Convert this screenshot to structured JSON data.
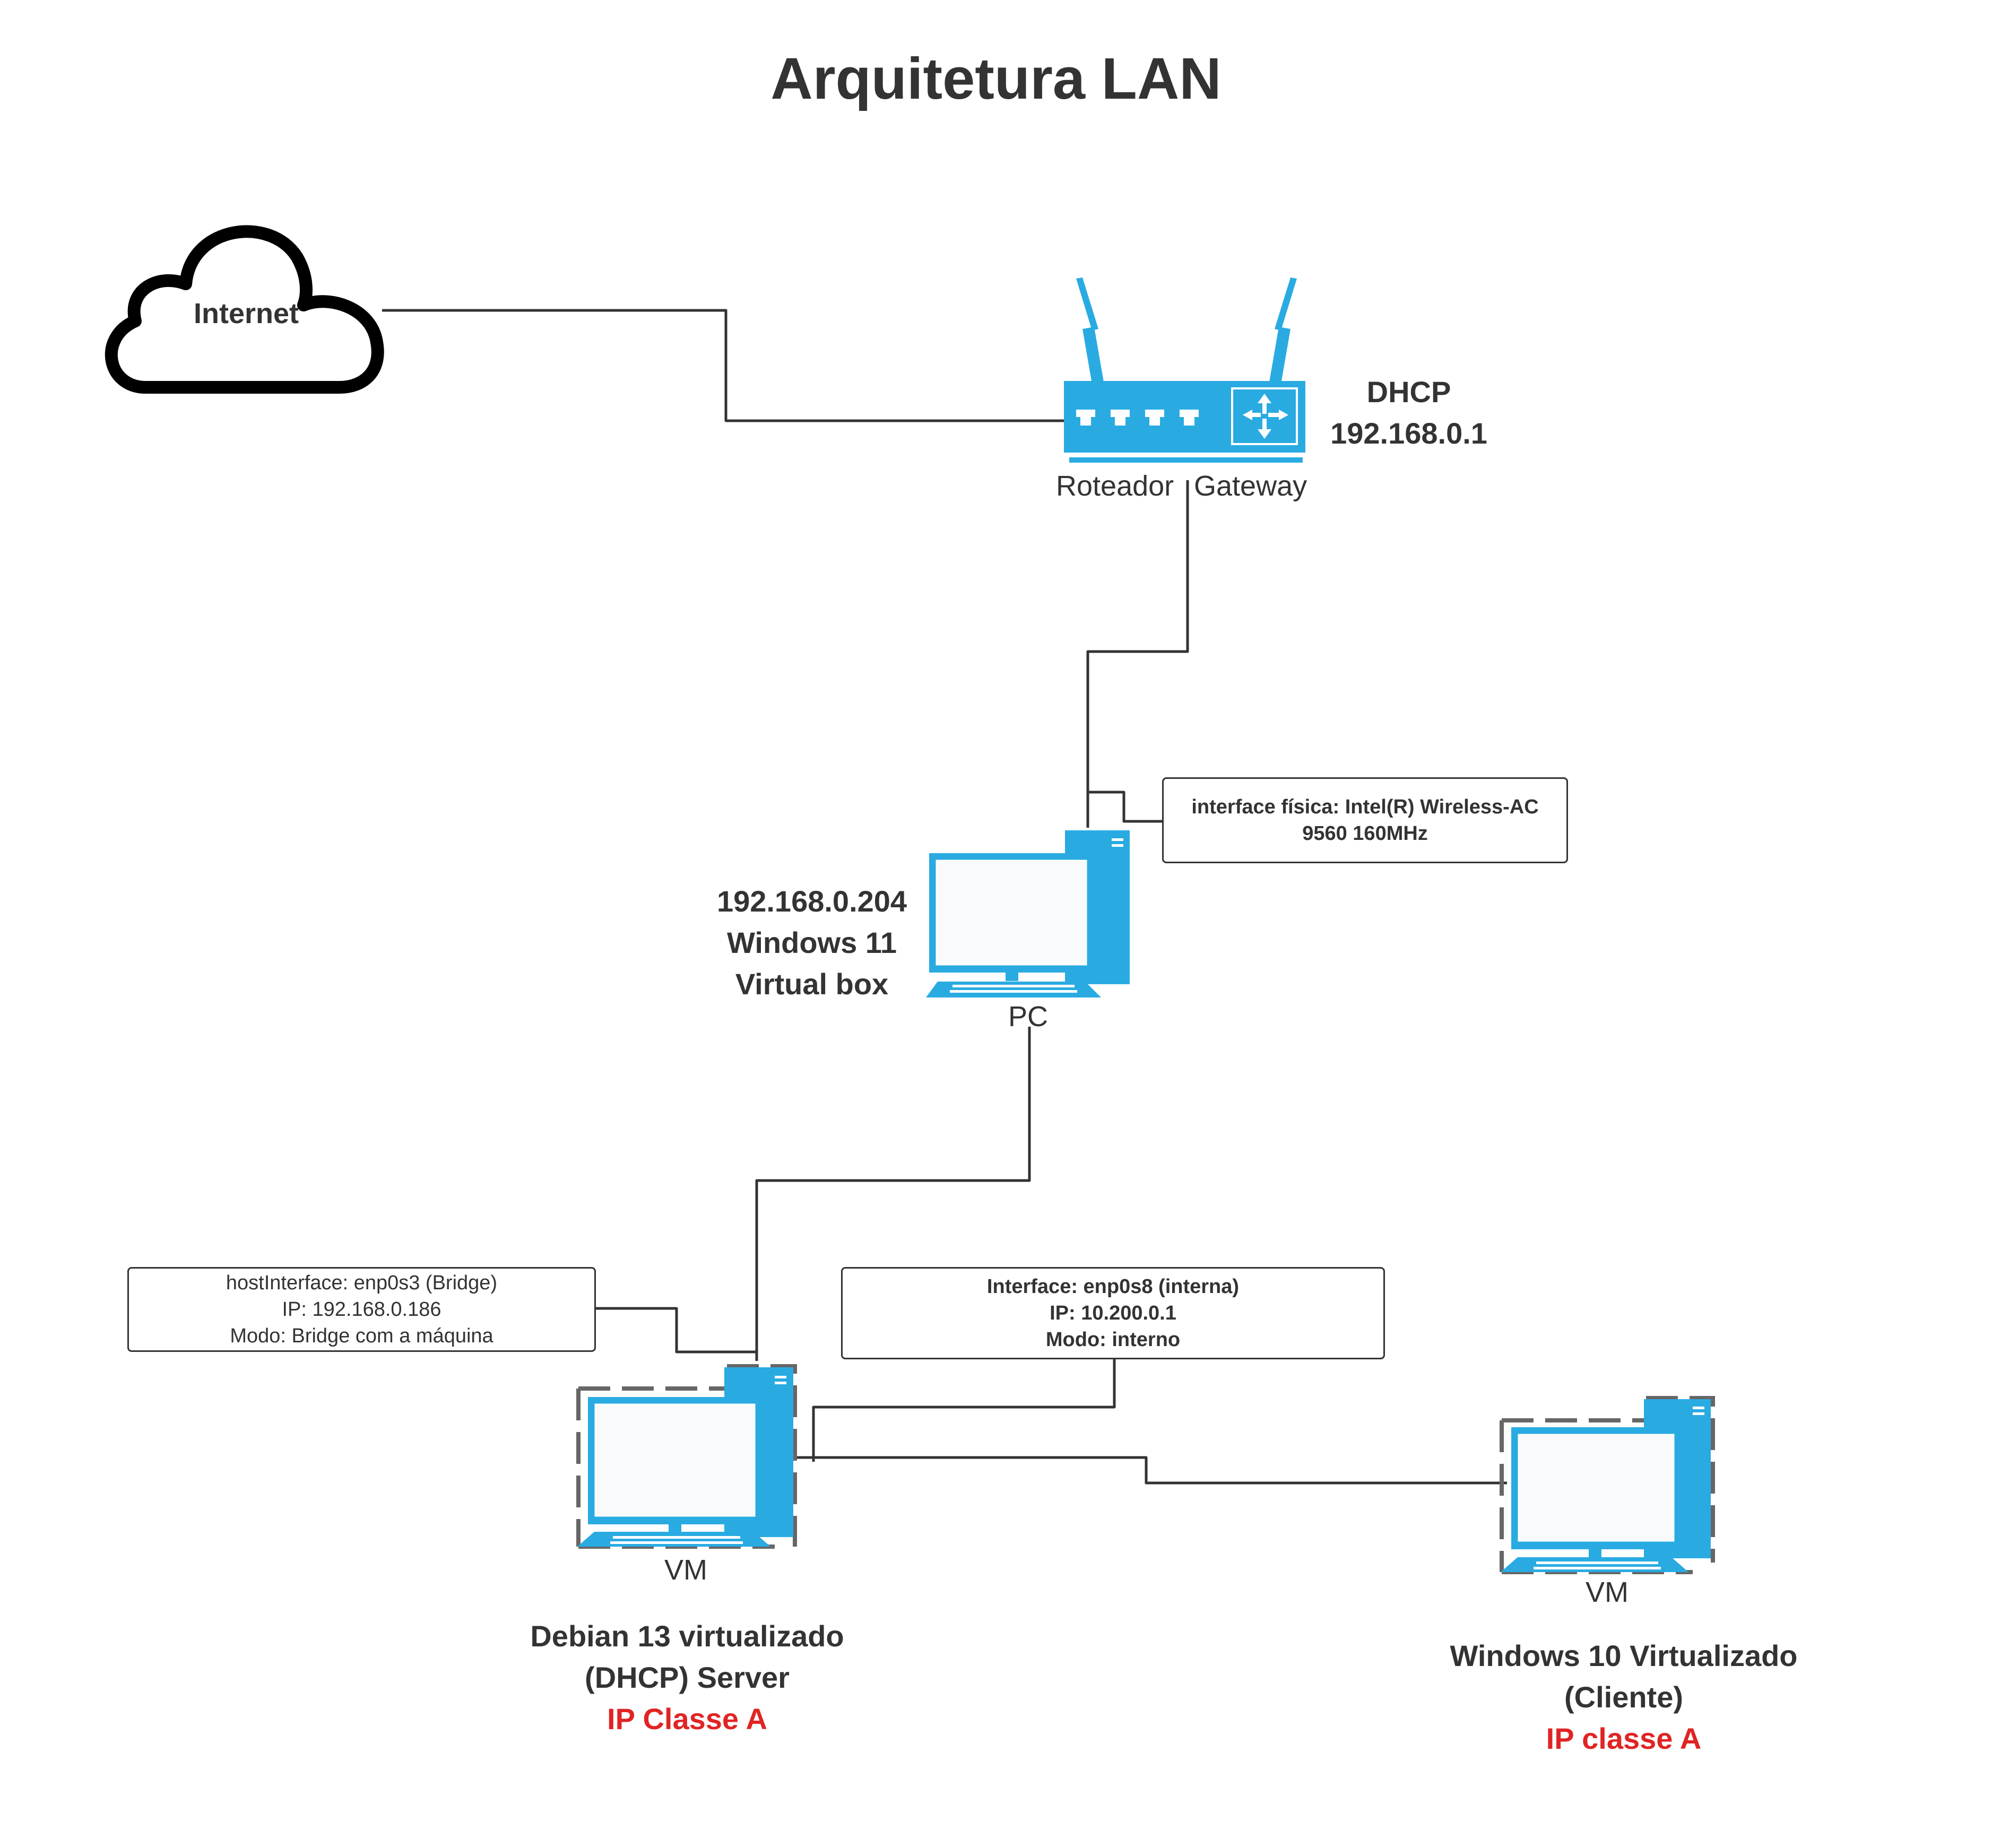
{
  "title": "Arquitetura LAN",
  "colors": {
    "device": "#29abe2",
    "accent_red": "#e02424",
    "line": "#333333"
  },
  "internet": {
    "icon": "cloud-icon",
    "label": "Internet"
  },
  "router": {
    "icon": "router-icon",
    "label_left": "Roteador",
    "label_right": "Gateway",
    "info": [
      "DHCP",
      "192.168.0.1"
    ]
  },
  "pc": {
    "icon": "desktop-computer-icon",
    "label": "PC",
    "info": [
      "192.168.0.204",
      "Windows 11",
      "Virtual box"
    ],
    "note": [
      "interface física: Intel(R) Wireless-AC",
      "9560 160MHz"
    ]
  },
  "debian_vm": {
    "icon": "virtual-machine-icon",
    "label": "VM",
    "info": [
      "Debian 13 virtualizado",
      "(DHCP) Server"
    ],
    "ip_class": "IP Classe A",
    "note_bridge": [
      "hostInterface: enp0s3 (Bridge)",
      "IP: 192.168.0.186",
      "Modo: Bridge com a máquina"
    ],
    "note_internal": [
      "Interface: enp0s8 (interna)",
      "IP: 10.200.0.1",
      "Modo: interno"
    ]
  },
  "windows_vm": {
    "icon": "virtual-machine-icon",
    "label": "VM",
    "info": [
      "Windows 10 Virtualizado",
      "(Cliente)"
    ],
    "ip_class": "IP classe A"
  }
}
